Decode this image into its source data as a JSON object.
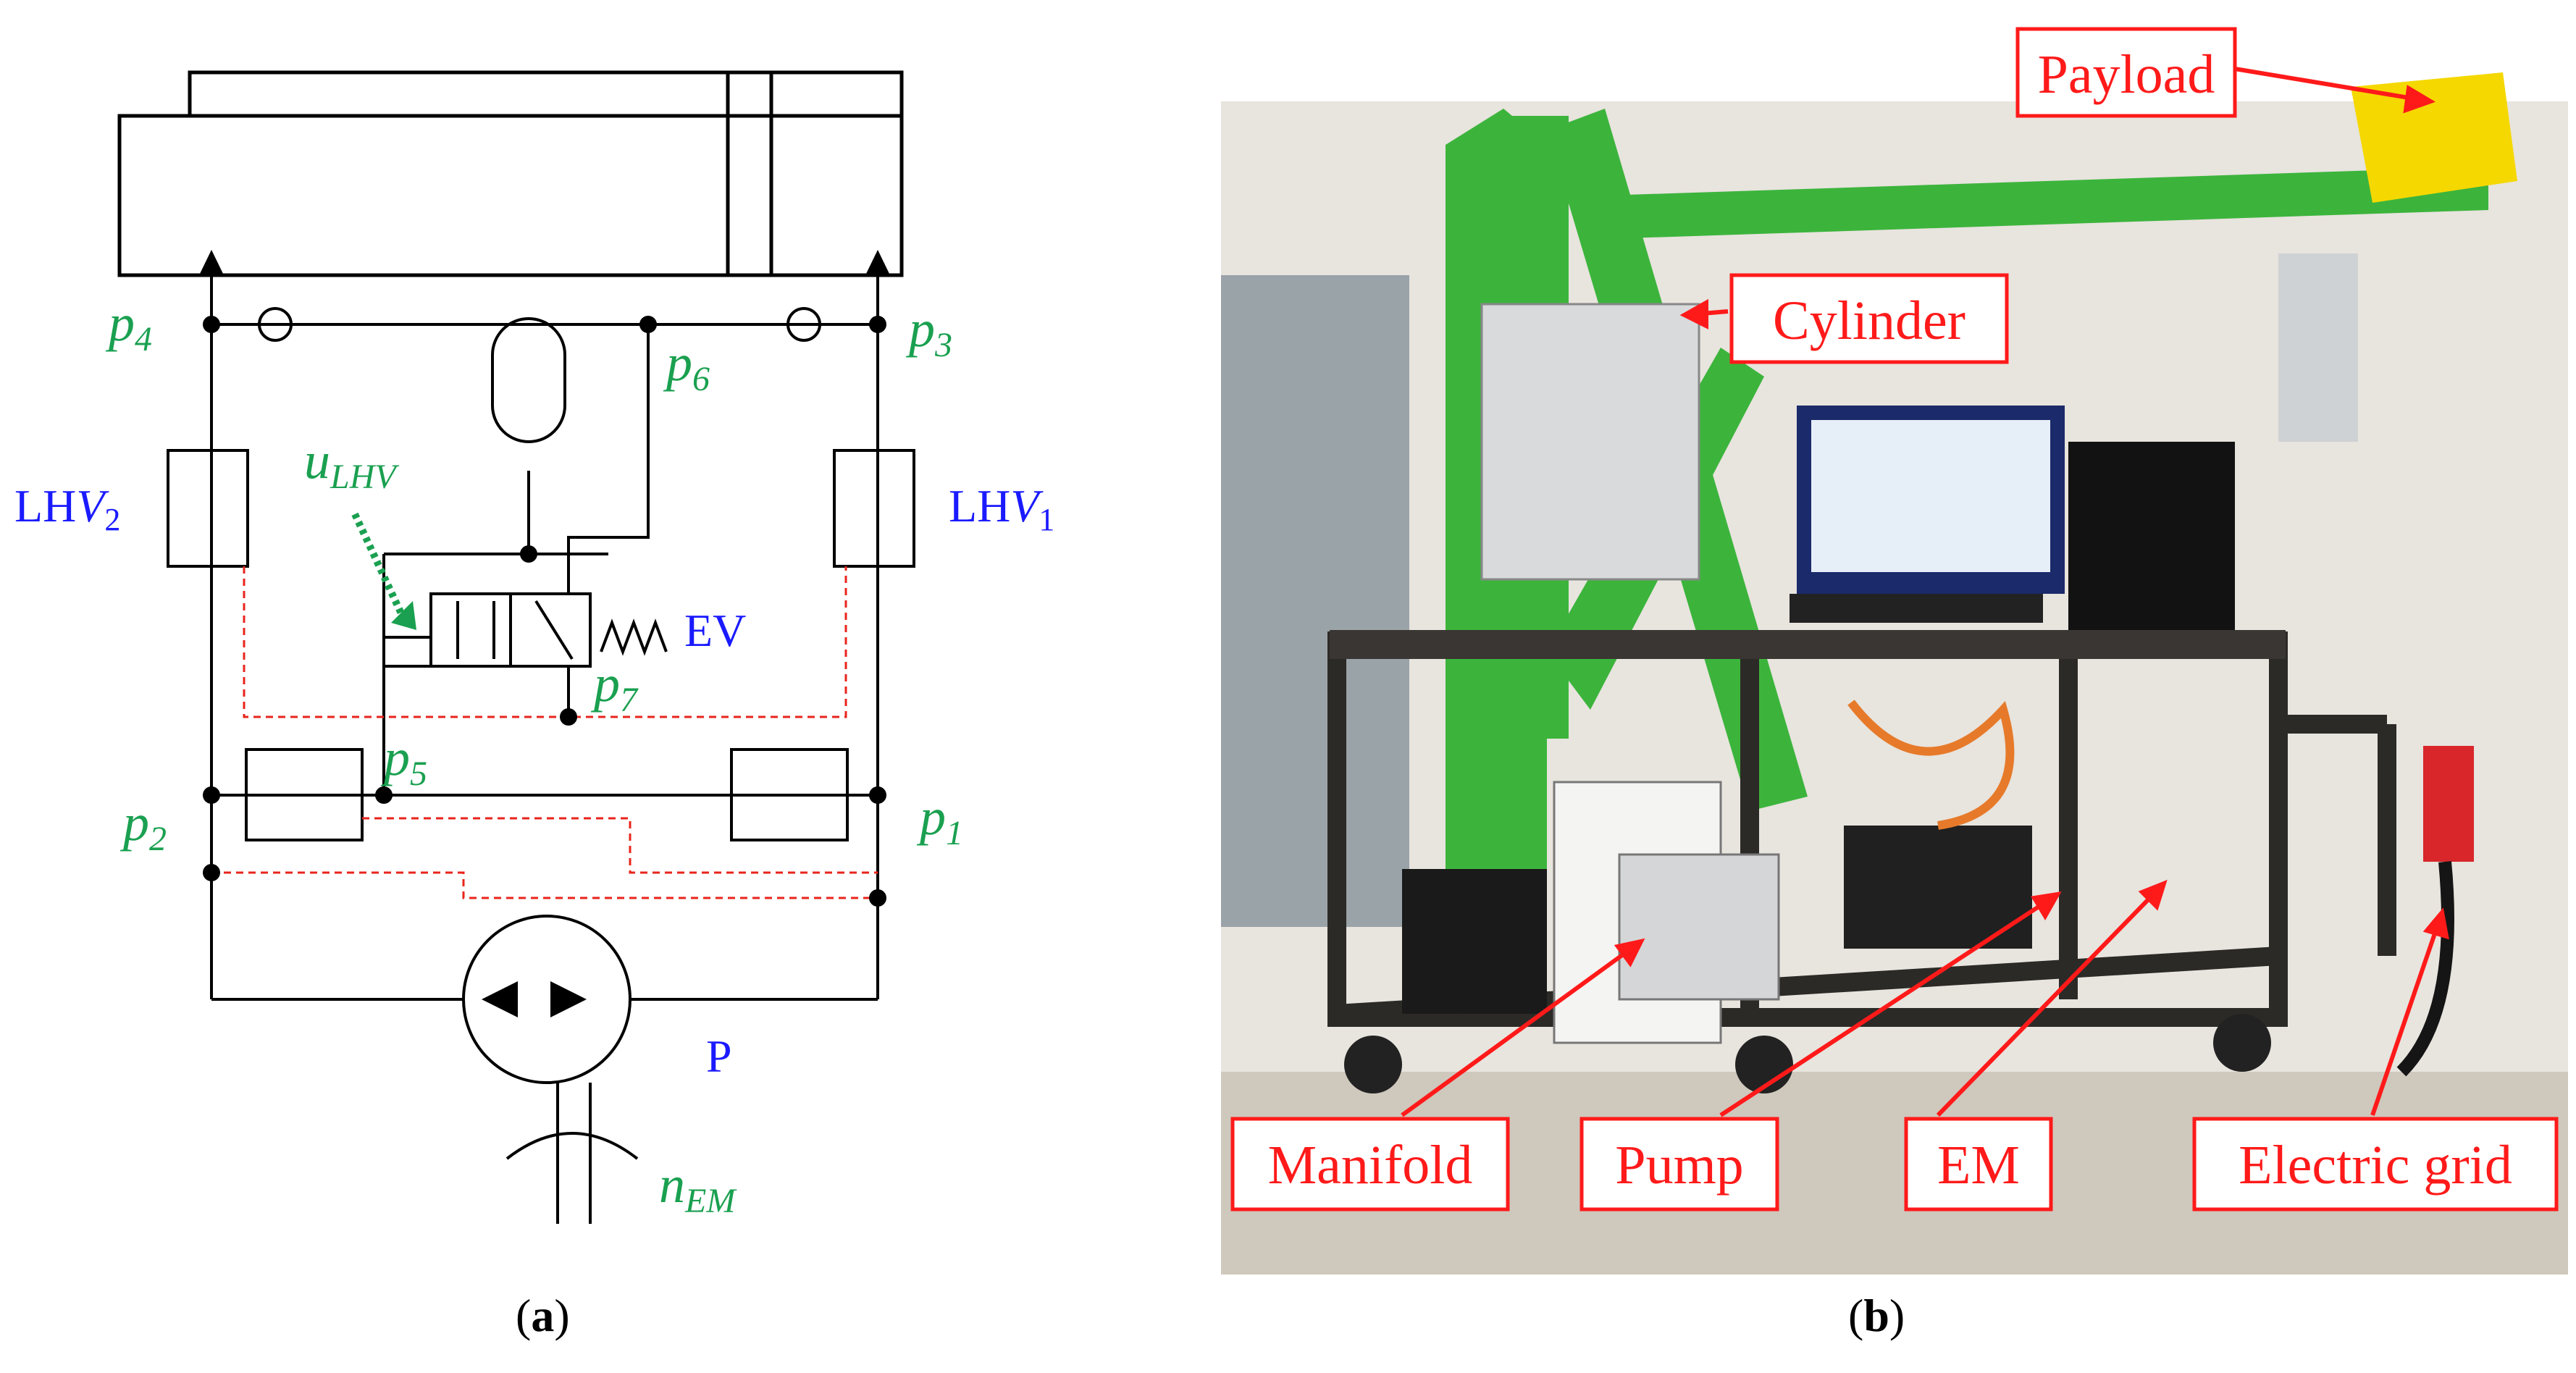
{
  "captions": {
    "a_open": "(",
    "a_letter": "a",
    "a_close": ")",
    "b_open": "(",
    "b_letter": "b",
    "b_close": ")"
  },
  "schematic": {
    "labels": {
      "p4": {
        "base": "p",
        "sub": "4"
      },
      "p3": {
        "base": "p",
        "sub": "3"
      },
      "p6": {
        "base": "p",
        "sub": "6"
      },
      "p7": {
        "base": "p",
        "sub": "7"
      },
      "p5": {
        "base": "p",
        "sub": "5"
      },
      "p2": {
        "base": "p",
        "sub": "2"
      },
      "p1": {
        "base": "p",
        "sub": "1"
      },
      "u_lhv": {
        "base": "u",
        "sub": "LHV"
      },
      "n_em": {
        "base": "n",
        "sub": "EM"
      },
      "lhv2": {
        "base": "LH",
        "italic": "V",
        "sub": "2"
      },
      "lhv1": {
        "base": "LH",
        "italic": "V",
        "sub": "1"
      },
      "ev": "EV",
      "pump": "P"
    }
  },
  "photo": {
    "callouts": {
      "payload": "Payload",
      "cylinder": "Cylinder",
      "manifold": "Manifold",
      "pump": "Pump",
      "em": "EM",
      "electric_grid": "Electric grid"
    }
  },
  "colors": {
    "label_green": "#1aa050",
    "label_blue": "#1a1aff",
    "pilot_red": "#e8241c",
    "callout_red": "#ff1a1a",
    "machine_green": "#3cb43c"
  }
}
